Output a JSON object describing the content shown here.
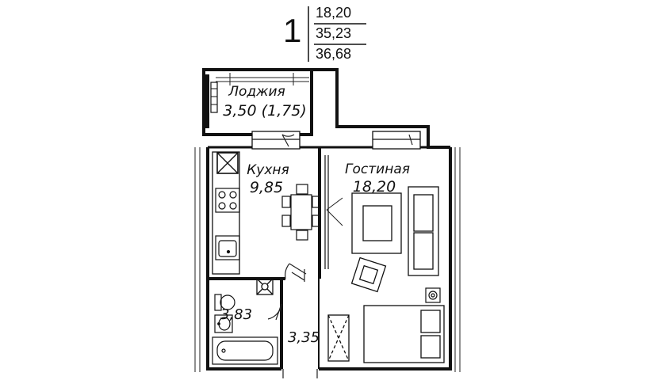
{
  "header": {
    "rooms": "1",
    "living_area": "18,20",
    "total_area": "35,23",
    "total_area_with_loggia": "36,68"
  },
  "rooms": {
    "loggia": {
      "name": "Лоджия",
      "area": "3,50 (1,75)"
    },
    "kitchen": {
      "name": "Кухня",
      "area": "9,85"
    },
    "living": {
      "name": "Гостиная",
      "area": "18,20"
    },
    "bathroom": {
      "area": "3,83"
    },
    "hall": {
      "area": "3,35"
    }
  },
  "colors": {
    "wall": "#111111",
    "line": "#222222",
    "background": "#ffffff"
  }
}
